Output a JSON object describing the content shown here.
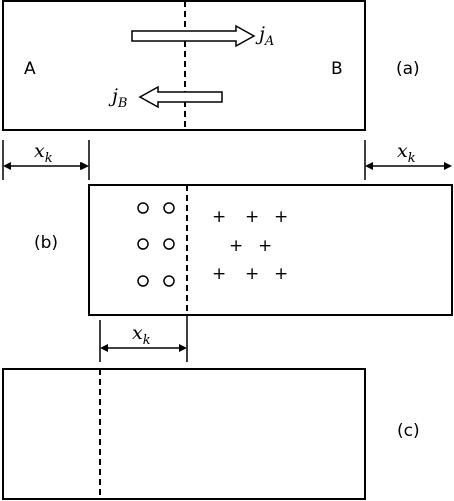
{
  "panels": {
    "a": {
      "label": "(a)",
      "left_label": "A",
      "right_label": "B"
    },
    "b": {
      "label": "(b)"
    },
    "c": {
      "label": "(c)"
    }
  },
  "currents": {
    "jA": {
      "symbol": "j",
      "subscript": "A"
    },
    "jB": {
      "symbol": "j",
      "subscript": "B"
    }
  },
  "shift": {
    "symbol": "x",
    "subscript": "k"
  },
  "charges": {
    "hole": "",
    "plus": "+"
  }
}
